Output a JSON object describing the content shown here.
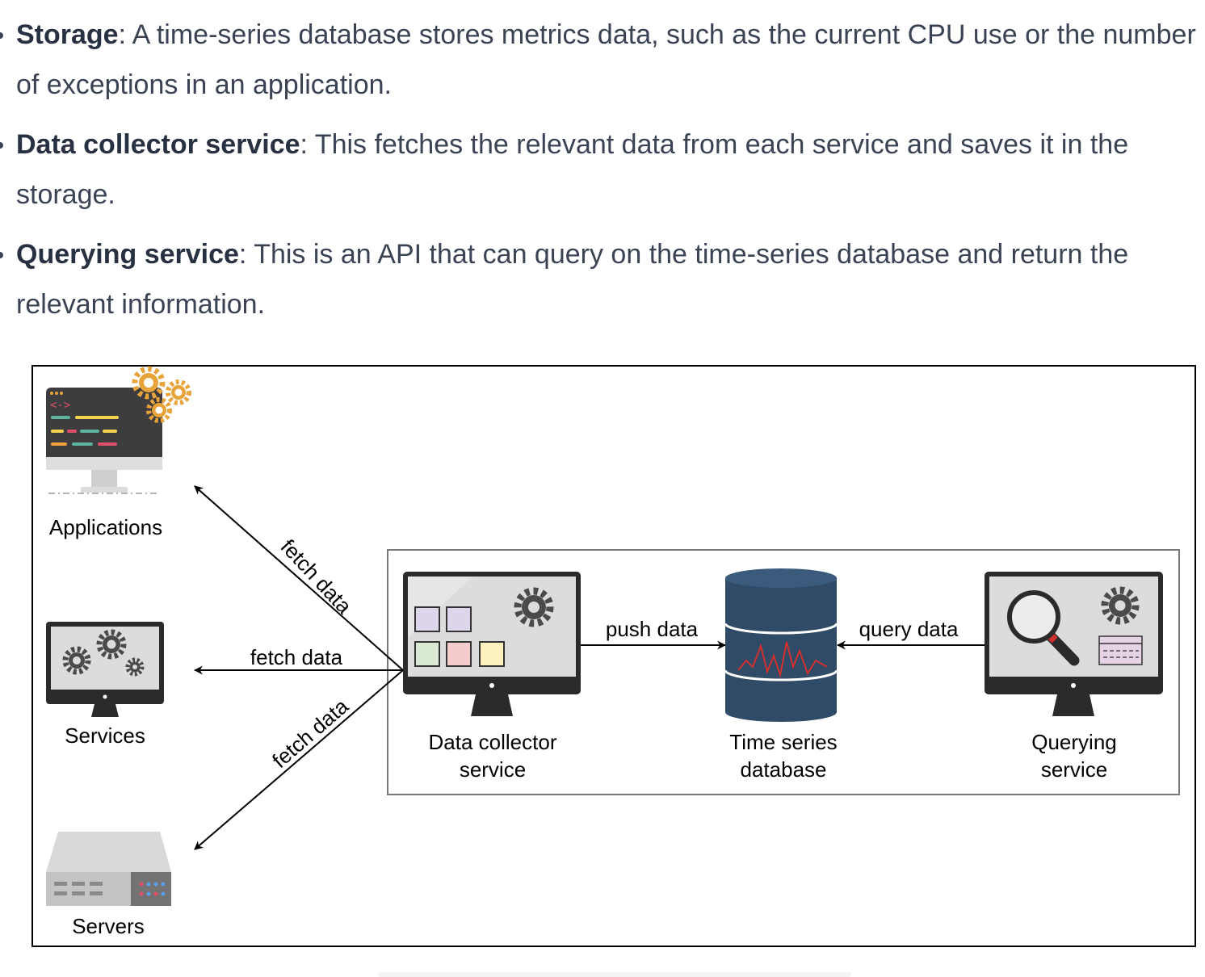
{
  "bullets": [
    {
      "term": "Storage",
      "text": ": A time-series database stores metrics data, such as the current CPU use or the number of exceptions in an application."
    },
    {
      "term": "Data collector service",
      "text": ": This fetches the relevant data from each service and saves it in the storage."
    },
    {
      "term": "Querying service",
      "text": ": This is an API that can query on the time-series database and return the relevant information."
    }
  ],
  "diagram": {
    "sources": {
      "applications": "Applications",
      "services": "Services",
      "servers": "Servers"
    },
    "components": {
      "collector_line1": "Data collector",
      "collector_line2": "service",
      "db_line1": "Time series",
      "db_line2": "database",
      "query_line1": "Querying",
      "query_line2": "service"
    },
    "edges": {
      "fetch_applications": "fetch data",
      "fetch_services": "fetch data",
      "fetch_servers": "fetch data",
      "push": "push data",
      "query": "query data"
    }
  },
  "colors": {
    "text_body": "#3a4354",
    "db_blue": "#2f4b67",
    "gear_orange": "#e8a33a",
    "monitor_dark": "#2b2b2b",
    "screen_gray": "#dcdcdc"
  }
}
